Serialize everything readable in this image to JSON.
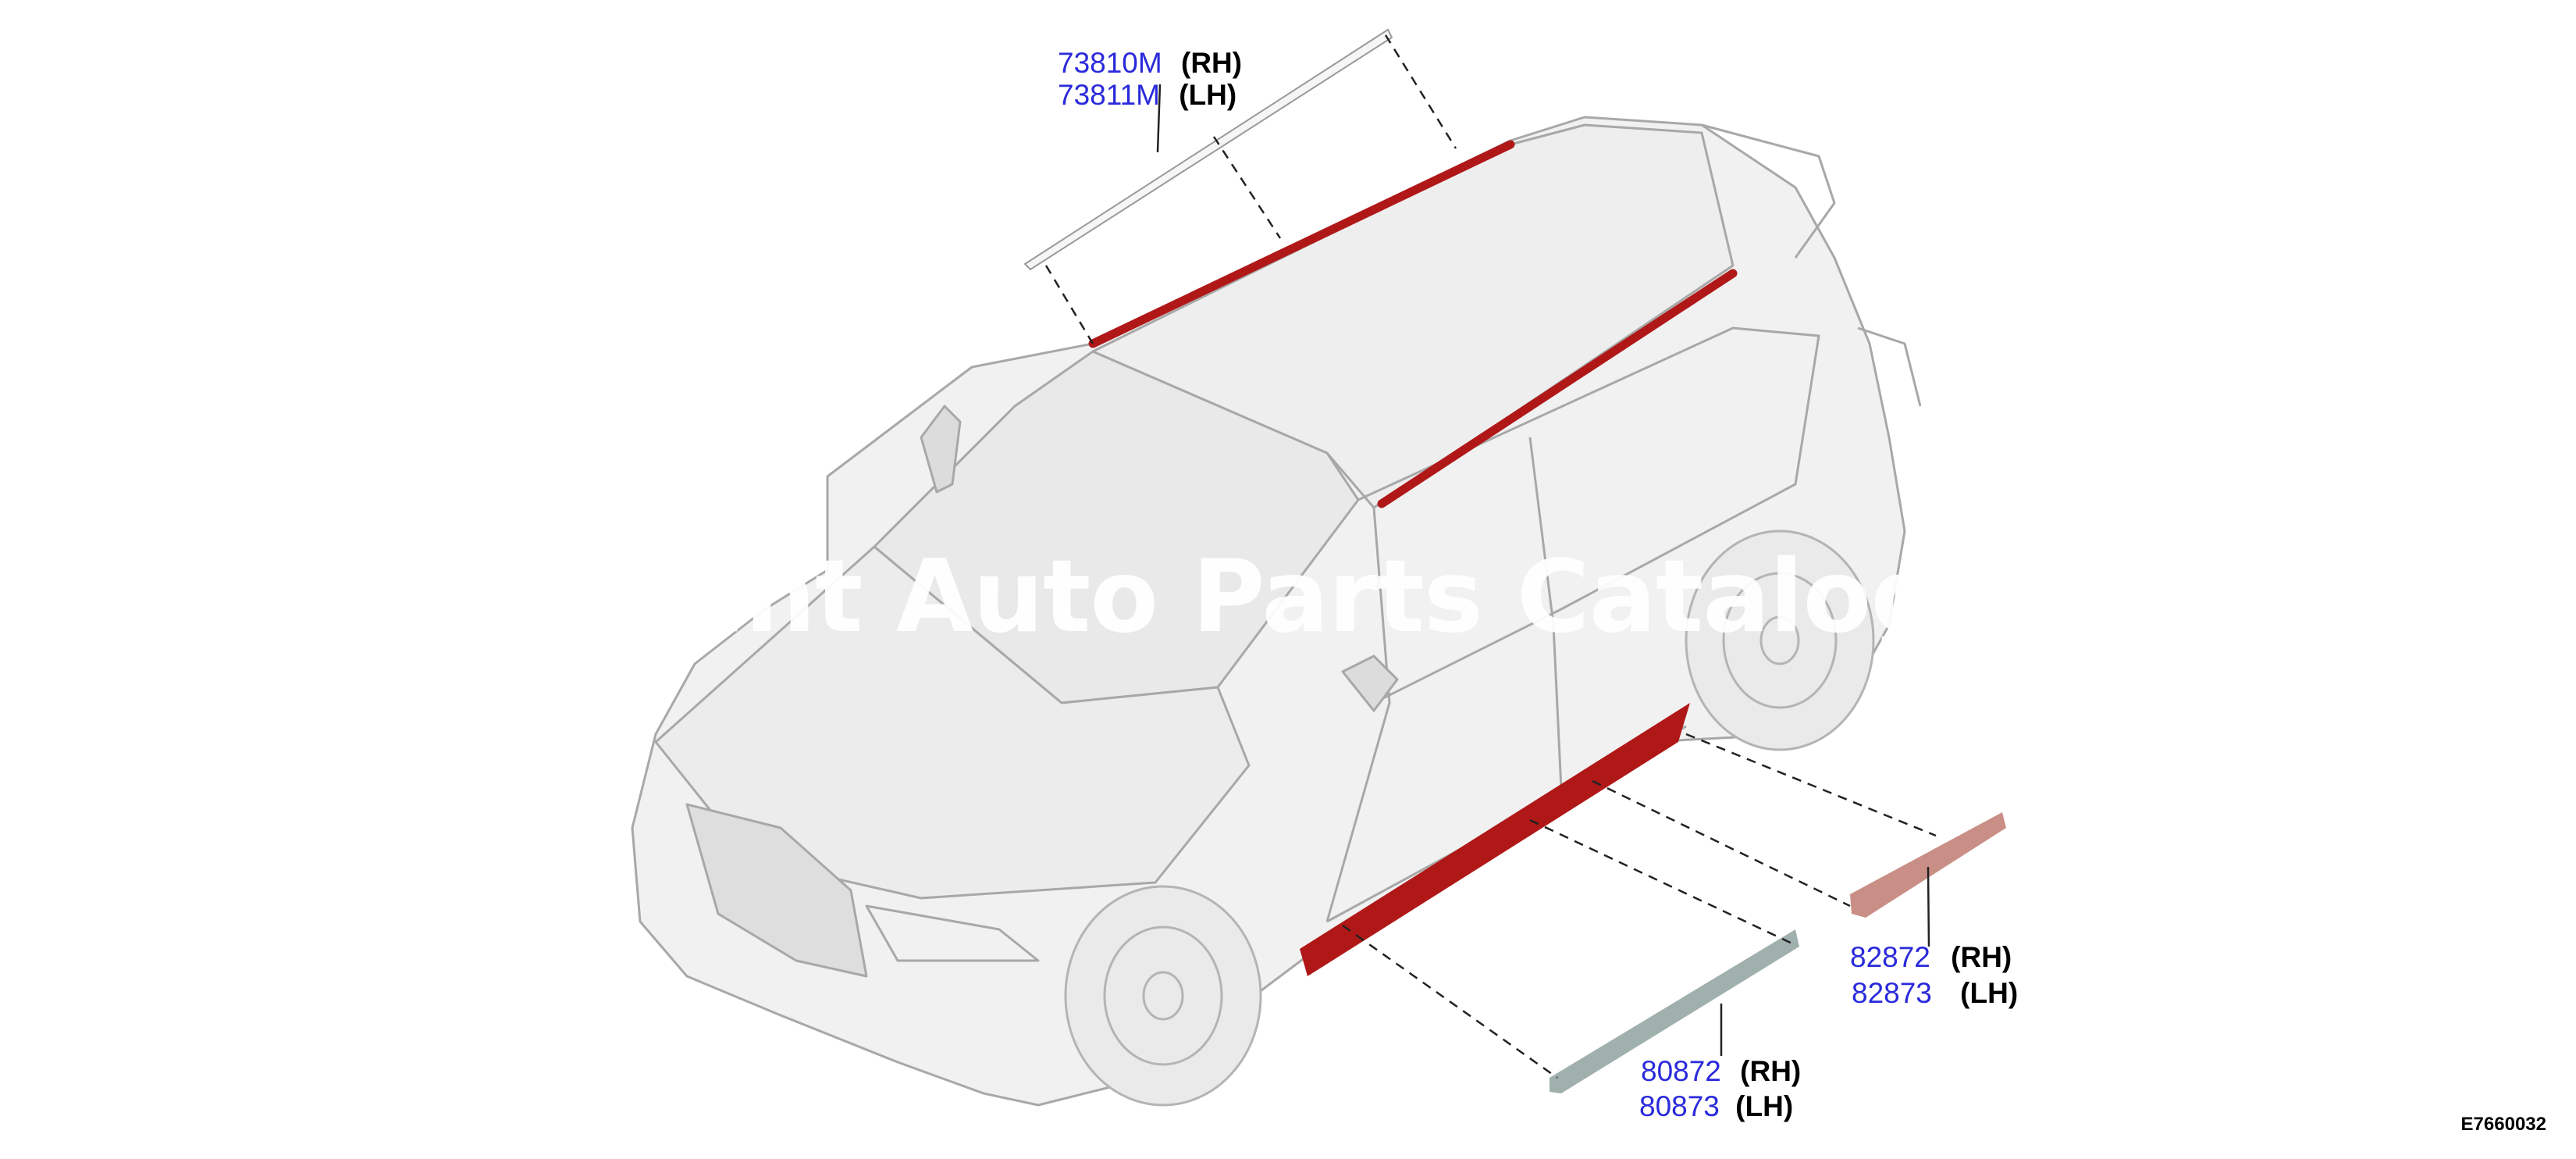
{
  "callouts": {
    "roof_rh": {
      "part": "73810M",
      "side": "(RH)"
    },
    "roof_lh": {
      "part": "73811M",
      "side": "(LH)"
    },
    "rear_rh": {
      "part": "82872",
      "side": "(RH)"
    },
    "rear_lh": {
      "part": "82873",
      "side": "(LH)"
    },
    "front_rh": {
      "part": "80872",
      "side": "(RH)"
    },
    "front_lh": {
      "part": "80873",
      "side": "(LH)"
    }
  },
  "watermark": "unt Auto Parts Catalog PAR",
  "diagram_code": "E7660032",
  "colors": {
    "part_number": "#2a2adb",
    "highlight": "#b01818",
    "rear_molding": "#c98f86",
    "front_molding": "#9fb0ad",
    "car_outline": "#9a9a9a"
  }
}
